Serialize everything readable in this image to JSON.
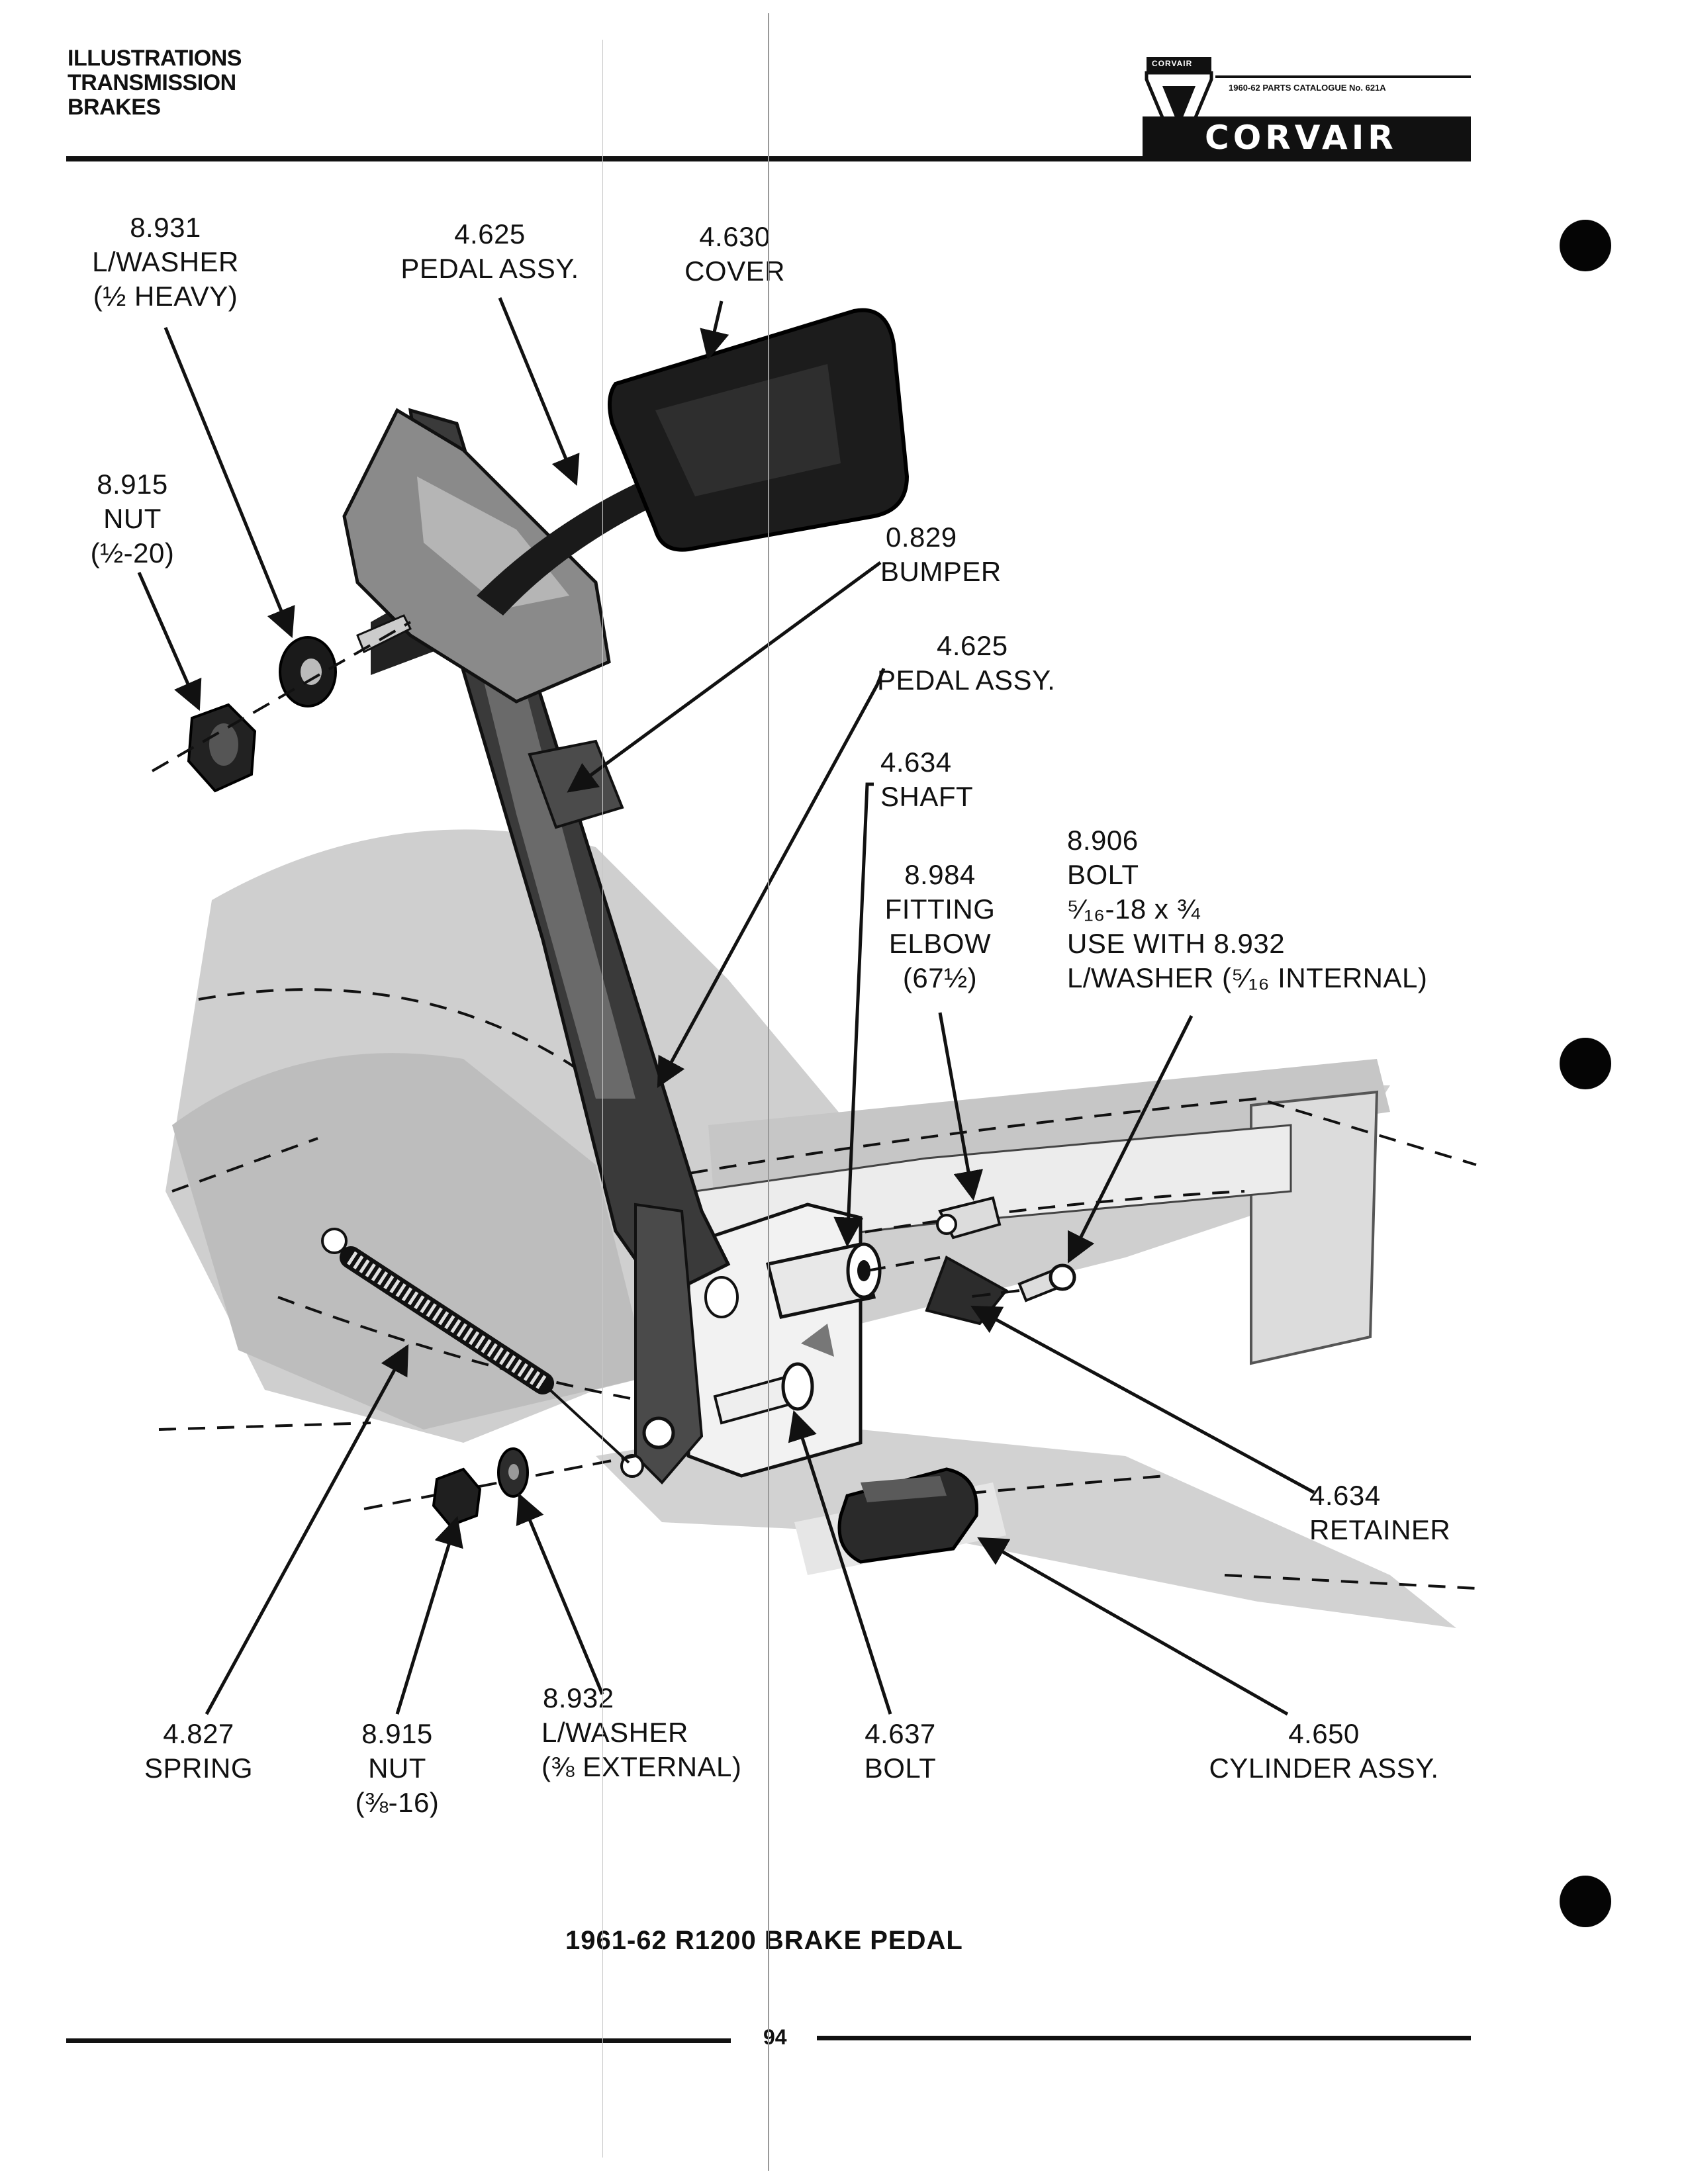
{
  "header": {
    "section_lines": [
      "ILLUSTRATIONS",
      "TRANSMISSION",
      "BRAKES"
    ],
    "logo_small": "CORVAIR",
    "catalogue": "1960-62 PARTS CATALOGUE No. 621A",
    "logo_brand": "CORVAIR"
  },
  "callouts": [
    {
      "id": "lwasher-half-heavy",
      "lines": [
        "8.931",
        "L/WASHER",
        "(½ HEAVY)"
      ]
    },
    {
      "id": "pedal-assy-top",
      "lines": [
        "4.625",
        "PEDAL  ASSY."
      ]
    },
    {
      "id": "cover",
      "lines": [
        "4.630",
        "COVER"
      ]
    },
    {
      "id": "nut-half-20",
      "lines": [
        "8.915",
        "NUT",
        "(½-20)"
      ]
    },
    {
      "id": "bumper",
      "lines": [
        "0.829",
        "BUMPER"
      ]
    },
    {
      "id": "pedal-assy-mid",
      "lines": [
        "4.625",
        "PEDAL  ASSY."
      ]
    },
    {
      "id": "shaft",
      "lines": [
        "4.634",
        "SHAFT"
      ]
    },
    {
      "id": "bolt-5-16",
      "lines": [
        "8.906",
        "BOLT",
        "⁵⁄₁₆-18 x ¾",
        "USE  WITH  8.932",
        "L/WASHER (⁵⁄₁₆  INTERNAL)"
      ]
    },
    {
      "id": "fitting-elbow",
      "lines": [
        "8.984",
        "FITTING",
        "ELBOW",
        "(67½)"
      ]
    },
    {
      "id": "retainer",
      "lines": [
        "4.634",
        "RETAINER"
      ]
    },
    {
      "id": "spring",
      "lines": [
        "4.827",
        "SPRING"
      ]
    },
    {
      "id": "nut-3-8-16",
      "lines": [
        "8.915",
        "NUT",
        "(⅜-16)"
      ]
    },
    {
      "id": "lwasher-3-8-external",
      "lines": [
        "8.932",
        "L/WASHER",
        "(⅜  EXTERNAL)"
      ]
    },
    {
      "id": "bolt-4-637",
      "lines": [
        "4.637",
        "BOLT"
      ]
    },
    {
      "id": "cylinder-assy",
      "lines": [
        "4.650",
        "CYLINDER  ASSY."
      ]
    }
  ],
  "caption": "1961-62  R1200  BRAKE  PEDAL",
  "page_number": "94"
}
